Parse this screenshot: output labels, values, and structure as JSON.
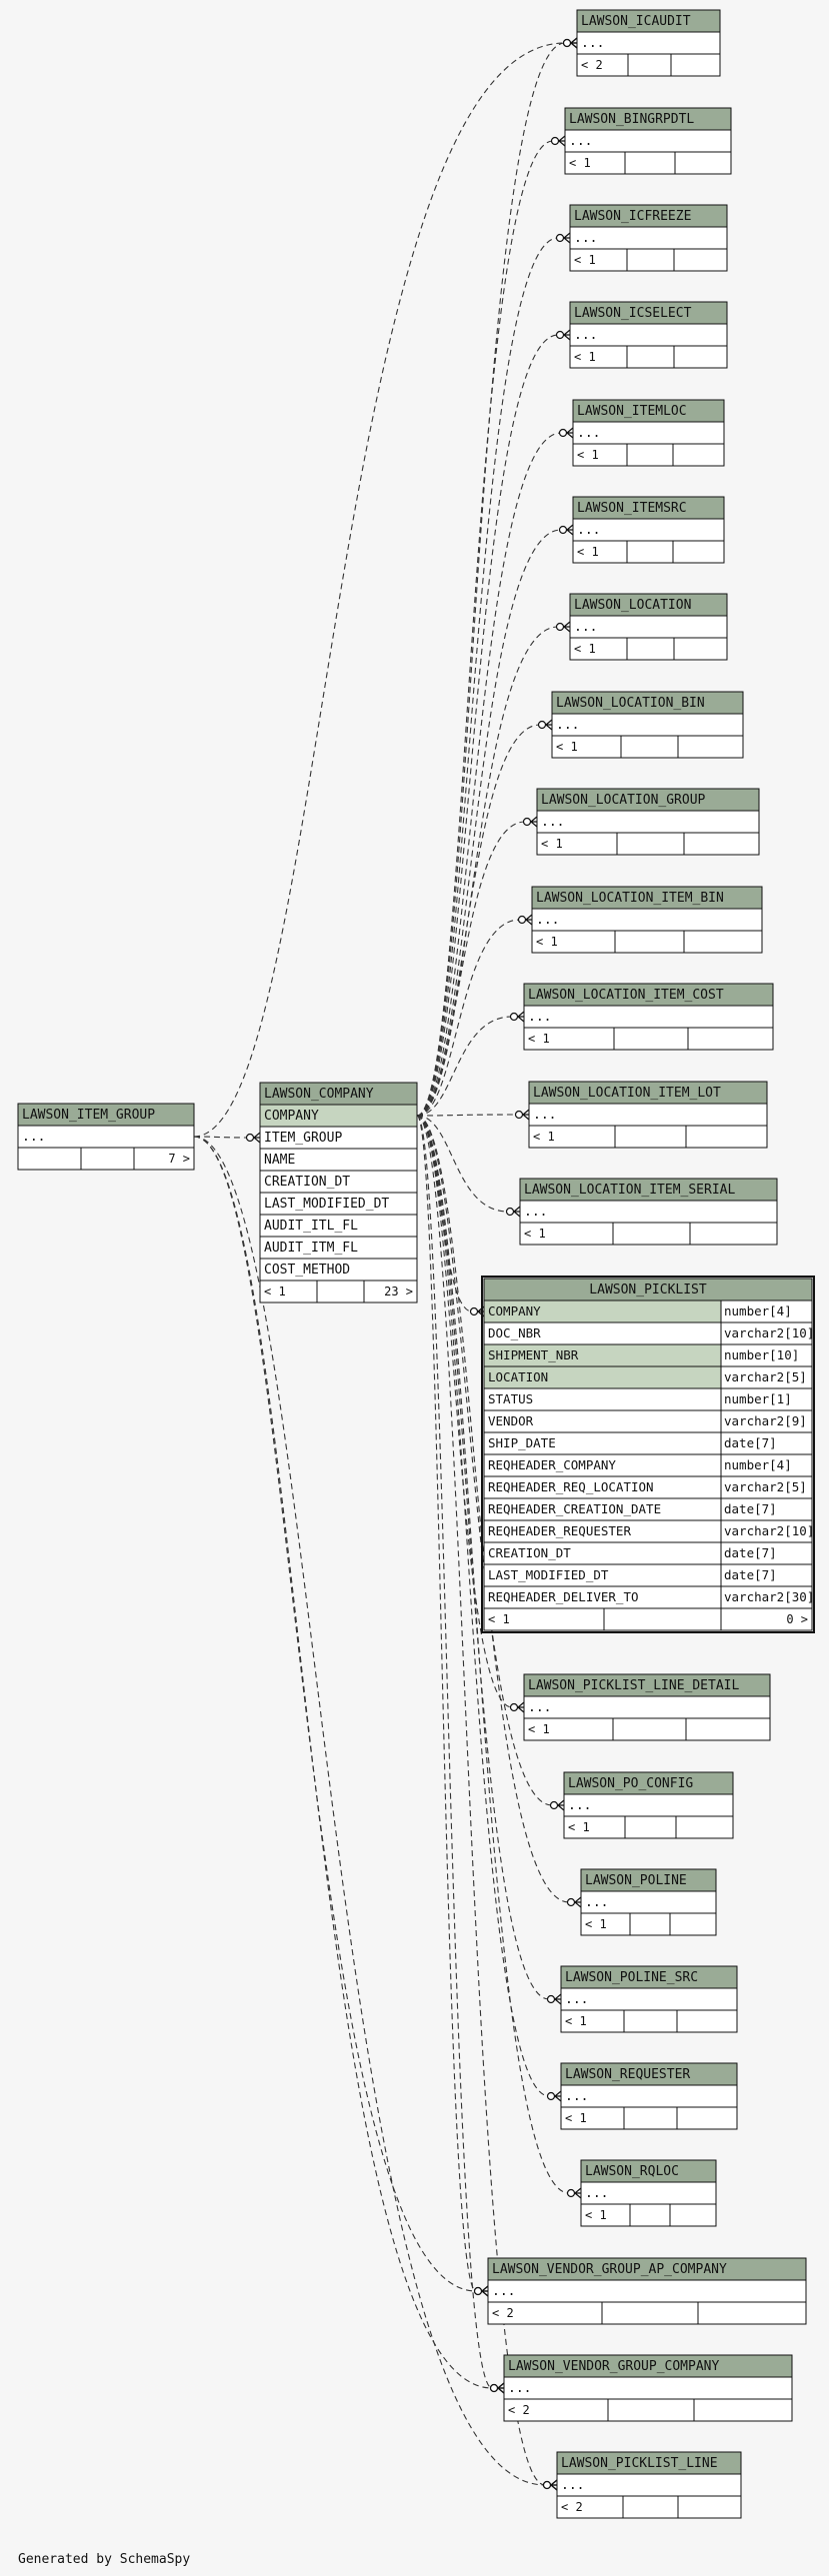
{
  "diagram": {
    "footer": "Generated by SchemaSpy",
    "colors": {
      "header": "#9aab96",
      "key_row": "#c6d5c0",
      "border": "#111111",
      "background": "#f6f6f6",
      "row": "#ffffff"
    },
    "main_tables": {
      "item_group": {
        "name": "LAWSON_ITEM_GROUP",
        "rows": [
          "..."
        ],
        "footer_left": "",
        "footer_right": "7 >"
      },
      "company": {
        "name": "LAWSON_COMPANY",
        "rows": [
          "COMPANY",
          "ITEM_GROUP",
          "NAME",
          "CREATION_DT",
          "LAST_MODIFIED_DT",
          "AUDIT_ITL_FL",
          "AUDIT_ITM_FL",
          "COST_METHOD"
        ],
        "key_rows": [
          0
        ],
        "footer_left": "< 1",
        "footer_right": "23 >"
      },
      "picklist": {
        "name": "LAWSON_PICKLIST",
        "columns": [
          {
            "name": "COMPANY",
            "type": "number[4]",
            "key": true
          },
          {
            "name": "DOC_NBR",
            "type": "varchar2[10]",
            "key": false
          },
          {
            "name": "SHIPMENT_NBR",
            "type": "number[10]",
            "key": true
          },
          {
            "name": "LOCATION",
            "type": "varchar2[5]",
            "key": true
          },
          {
            "name": "STATUS",
            "type": "number[1]",
            "key": false
          },
          {
            "name": "VENDOR",
            "type": "varchar2[9]",
            "key": false
          },
          {
            "name": "SHIP_DATE",
            "type": "date[7]",
            "key": false
          },
          {
            "name": "REQHEADER_COMPANY",
            "type": "number[4]",
            "key": false
          },
          {
            "name": "REQHEADER_REQ_LOCATION",
            "type": "varchar2[5]",
            "key": false
          },
          {
            "name": "REQHEADER_CREATION_DATE",
            "type": "date[7]",
            "key": false
          },
          {
            "name": "REQHEADER_REQUESTER",
            "type": "varchar2[10]",
            "key": false
          },
          {
            "name": "CREATION_DT",
            "type": "date[7]",
            "key": false
          },
          {
            "name": "LAST_MODIFIED_DT",
            "type": "date[7]",
            "key": false
          },
          {
            "name": "REQHEADER_DELIVER_TO",
            "type": "varchar2[30]",
            "key": false
          }
        ],
        "footer_left": "< 1",
        "footer_right": "0 >"
      }
    },
    "child_tables": [
      {
        "name": "LAWSON_ICAUDIT",
        "rows": [
          "..."
        ],
        "footer_left": "< 2"
      },
      {
        "name": "LAWSON_BINGRPDTL",
        "rows": [
          "..."
        ],
        "footer_left": "< 1"
      },
      {
        "name": "LAWSON_ICFREEZE",
        "rows": [
          "..."
        ],
        "footer_left": "< 1"
      },
      {
        "name": "LAWSON_ICSELECT",
        "rows": [
          "..."
        ],
        "footer_left": "< 1"
      },
      {
        "name": "LAWSON_ITEMLOC",
        "rows": [
          "..."
        ],
        "footer_left": "< 1"
      },
      {
        "name": "LAWSON_ITEMSRC",
        "rows": [
          "..."
        ],
        "footer_left": "< 1"
      },
      {
        "name": "LAWSON_LOCATION",
        "rows": [
          "..."
        ],
        "footer_left": "< 1"
      },
      {
        "name": "LAWSON_LOCATION_BIN",
        "rows": [
          "..."
        ],
        "footer_left": "< 1"
      },
      {
        "name": "LAWSON_LOCATION_GROUP",
        "rows": [
          "..."
        ],
        "footer_left": "< 1"
      },
      {
        "name": "LAWSON_LOCATION_ITEM_BIN",
        "rows": [
          "..."
        ],
        "footer_left": "< 1"
      },
      {
        "name": "LAWSON_LOCATION_ITEM_COST",
        "rows": [
          "..."
        ],
        "footer_left": "< 1"
      },
      {
        "name": "LAWSON_LOCATION_ITEM_LOT",
        "rows": [
          "..."
        ],
        "footer_left": "< 1"
      },
      {
        "name": "LAWSON_LOCATION_ITEM_SERIAL",
        "rows": [
          "..."
        ],
        "footer_left": "< 1"
      },
      {
        "name": "LAWSON_PICKLIST_LINE_DETAIL",
        "rows": [
          "..."
        ],
        "footer_left": "< 1"
      },
      {
        "name": "LAWSON_PO_CONFIG",
        "rows": [
          "..."
        ],
        "footer_left": "< 1"
      },
      {
        "name": "LAWSON_POLINE",
        "rows": [
          "..."
        ],
        "footer_left": "< 1"
      },
      {
        "name": "LAWSON_POLINE_SRC",
        "rows": [
          "..."
        ],
        "footer_left": "< 1"
      },
      {
        "name": "LAWSON_REQUESTER",
        "rows": [
          "..."
        ],
        "footer_left": "< 1"
      },
      {
        "name": "LAWSON_RQLOC",
        "rows": [
          "..."
        ],
        "footer_left": "< 1"
      },
      {
        "name": "LAWSON_VENDOR_GROUP_AP_COMPANY",
        "rows": [
          "..."
        ],
        "footer_left": "< 2"
      },
      {
        "name": "LAWSON_VENDOR_GROUP_COMPANY",
        "rows": [
          "..."
        ],
        "footer_left": "< 2"
      },
      {
        "name": "LAWSON_PICKLIST_LINE",
        "rows": [
          "..."
        ],
        "footer_left": "< 2"
      }
    ]
  }
}
